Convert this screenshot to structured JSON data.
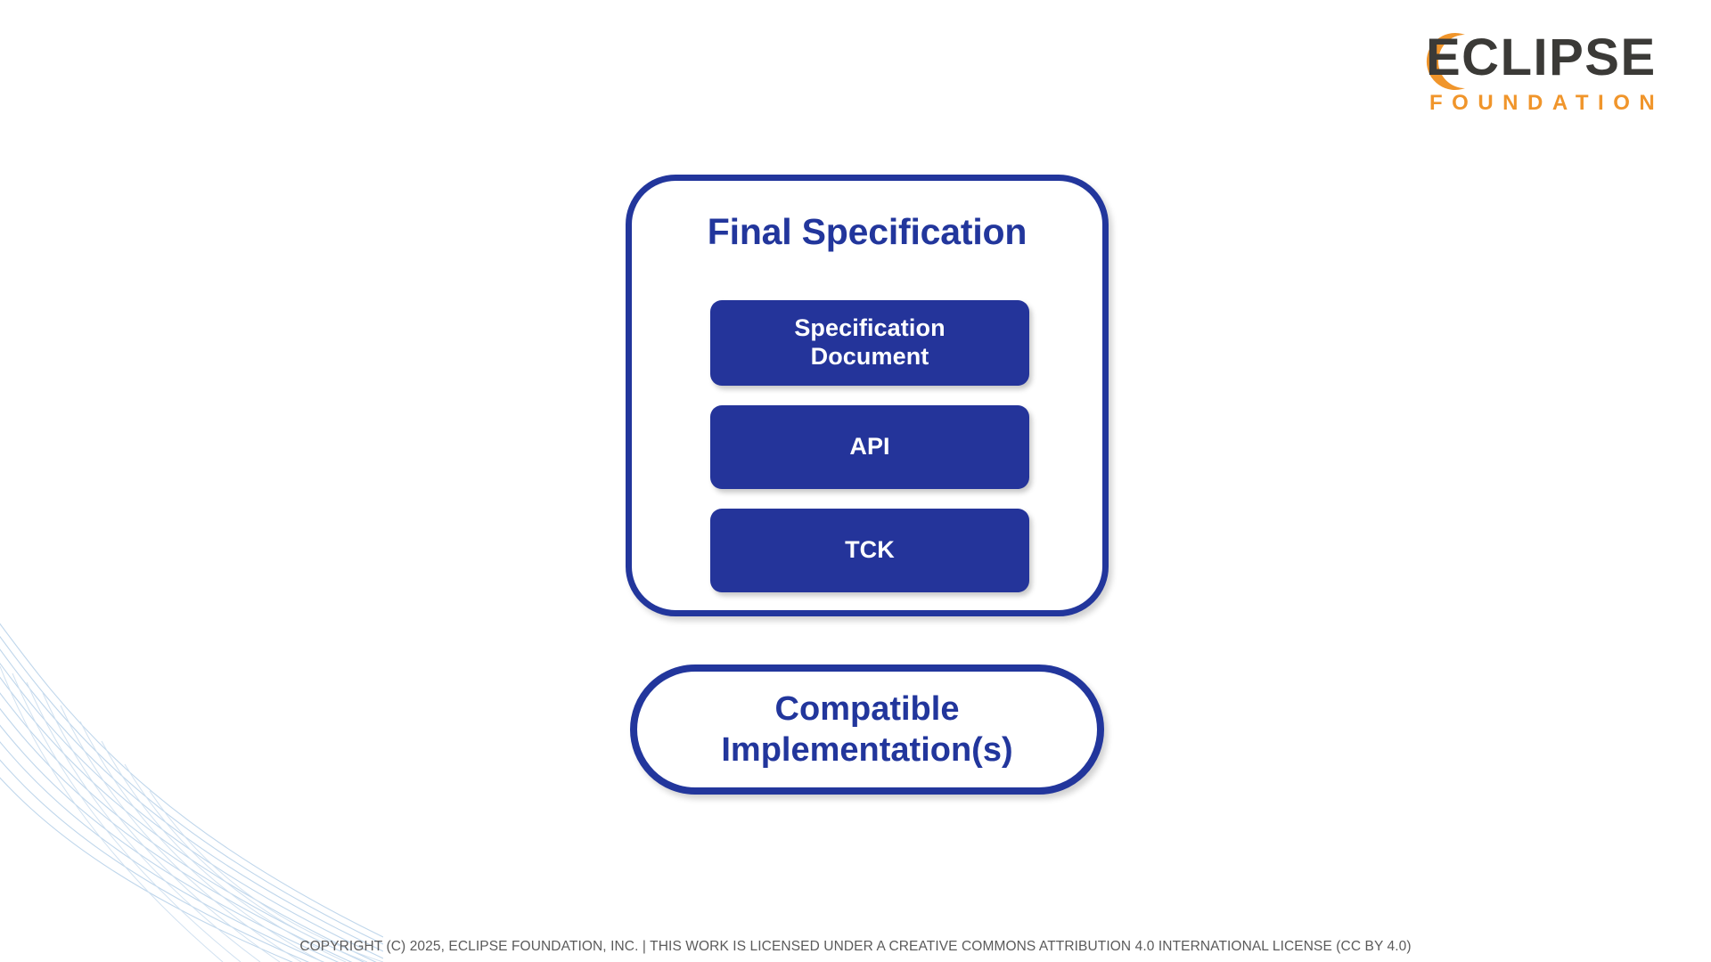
{
  "slide": {
    "background_color": "#ffffff",
    "accent_blue": "#22369c",
    "box_blue": "#24349a",
    "logo_orange": "#f0952b",
    "logo_dark": "#3b3a37",
    "footer_gray": "#5b5b5b"
  },
  "logo": {
    "wordmark": "ECLIPSE",
    "subtitle": "FOUNDATION",
    "arc_icon": "eclipse-arc-icon"
  },
  "spec_card": {
    "title": "Final Specification",
    "items": [
      {
        "label": "Specification\nDocument",
        "line1": "Specification",
        "line2": "Document",
        "name": "specification-document"
      },
      {
        "label": "API",
        "line1": "API",
        "line2": "",
        "name": "api"
      },
      {
        "label": "TCK",
        "line1": "TCK",
        "line2": "",
        "name": "tck"
      }
    ]
  },
  "implementation_pill": {
    "line1": "Compatible",
    "line2": "Implementation(s)"
  },
  "footer": {
    "text": "COPYRIGHT (C) 2025, ECLIPSE FOUNDATION, INC. | THIS WORK IS LICENSED UNDER A CREATIVE COMMONS ATTRIBUTION 4.0 INTERNATIONAL LICENSE (CC BY 4.0)"
  },
  "decoration": {
    "name": "swoosh-line-art",
    "color": "#bcd4ea"
  }
}
